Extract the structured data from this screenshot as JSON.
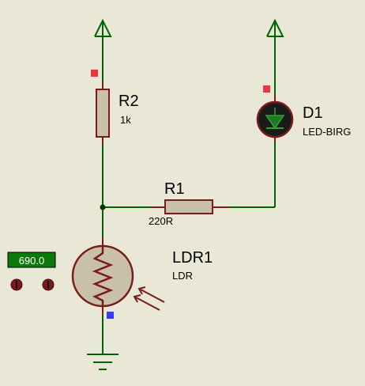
{
  "components": {
    "r2": {
      "ref": "R2",
      "value": "1k"
    },
    "r1": {
      "ref": "R1",
      "value": "220R"
    },
    "d1": {
      "ref": "D1",
      "value": "LED-BIRG"
    },
    "ldr1": {
      "ref": "LDR1",
      "value": "LDR"
    }
  },
  "meter": {
    "reading": "690.0"
  },
  "colors": {
    "wire": "#006400",
    "component_outline": "#7b1a1a",
    "component_fill": "#c8c1a8",
    "led_fill": "#1a1a1a",
    "meter_bg": "#0b7a0b",
    "pin_high": "#e8383d",
    "pin_low": "#3b3bf0",
    "background": "#e9e8d7"
  }
}
